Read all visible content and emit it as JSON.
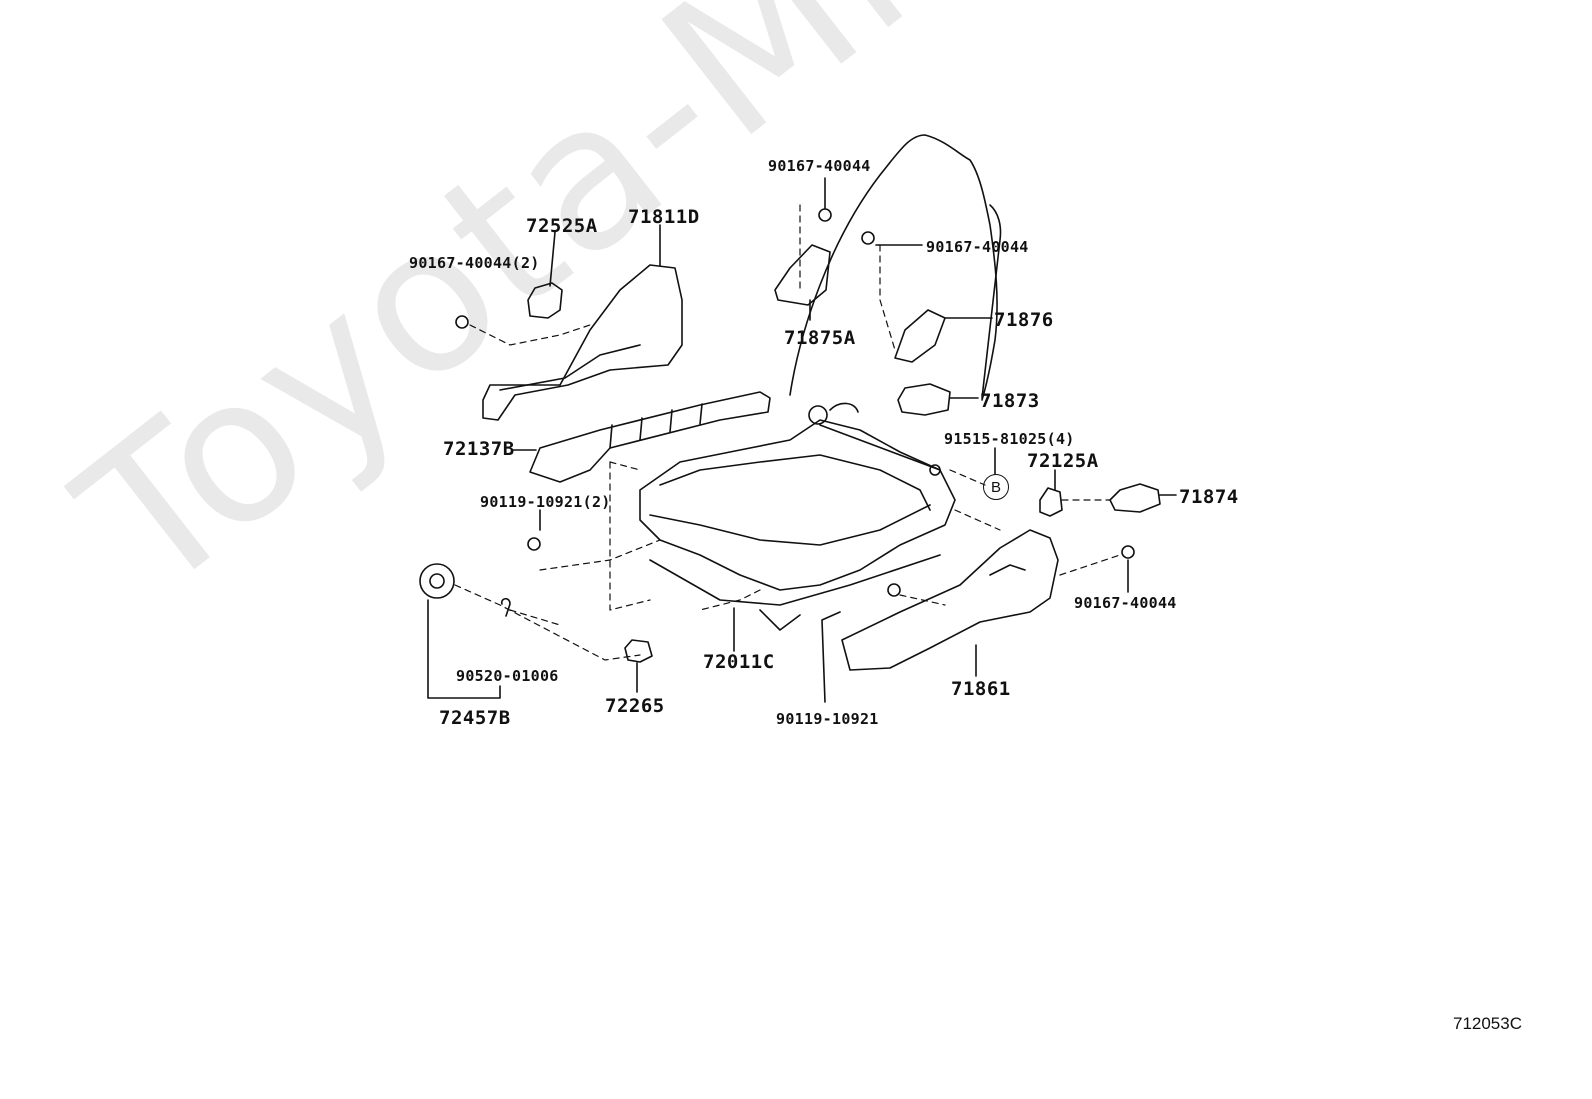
{
  "watermark": "Toyota-Mine.ru",
  "diagram_code": "712053C",
  "ref_marker": "B",
  "labels": {
    "p90167_top": "90167-40044",
    "p90167_right": "90167-40044",
    "p72525A": "72525A",
    "p71811D": "71811D",
    "p90167_2": "90167-40044(2)",
    "p71875A": "71875A",
    "p71876": "71876",
    "p71873": "71873",
    "p72137B": "72137B",
    "p91515": "91515-81025(4)",
    "p72125A": "72125A",
    "p71874": "71874",
    "p90119_2": "90119-10921(2)",
    "p90167_low": "90167-40044",
    "p72011C": "72011C",
    "p90520": "90520-01006",
    "p72265": "72265",
    "p71861": "71861",
    "p72457B": "72457B",
    "p90119_low": "90119-10921"
  }
}
